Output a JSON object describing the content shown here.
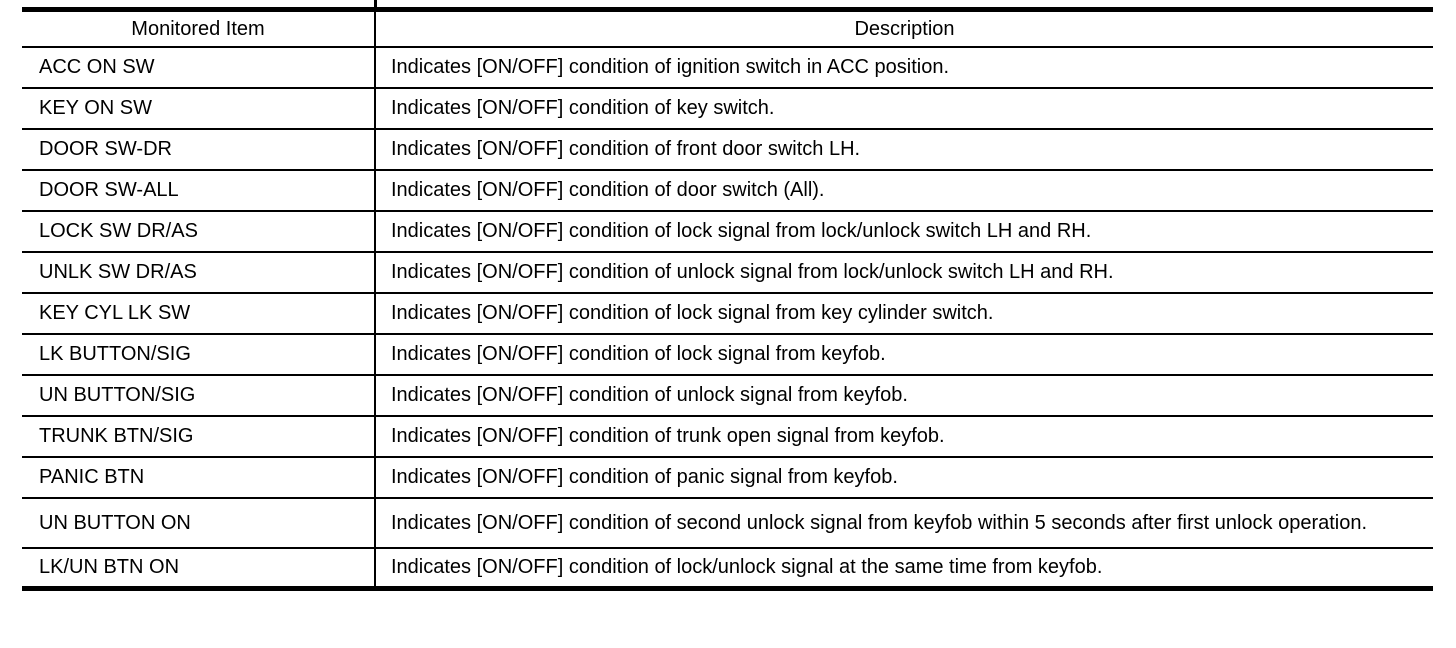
{
  "table": {
    "headers": [
      "Monitored Item",
      "Description"
    ],
    "rows": [
      {
        "item": "ACC ON SW",
        "description": "Indicates [ON/OFF] condition of ignition switch in ACC position."
      },
      {
        "item": "KEY ON SW",
        "description": "Indicates [ON/OFF] condition of key switch."
      },
      {
        "item": "DOOR SW-DR",
        "description": "Indicates [ON/OFF] condition of front door switch LH."
      },
      {
        "item": "DOOR SW-ALL",
        "description": "Indicates [ON/OFF] condition of door switch (All)."
      },
      {
        "item": "LOCK SW DR/AS",
        "description": "Indicates [ON/OFF] condition of lock signal from lock/unlock switch LH and RH."
      },
      {
        "item": "UNLK SW DR/AS",
        "description": "Indicates [ON/OFF] condition of unlock signal from lock/unlock switch LH and RH."
      },
      {
        "item": "KEY CYL LK SW",
        "description": "Indicates [ON/OFF] condition of lock signal from key cylinder switch."
      },
      {
        "item": "LK BUTTON/SIG",
        "description": "Indicates [ON/OFF] condition of lock signal from keyfob."
      },
      {
        "item": "UN BUTTON/SIG",
        "description": "Indicates [ON/OFF] condition of unlock signal from keyfob."
      },
      {
        "item": "TRUNK BTN/SIG",
        "description": "Indicates [ON/OFF] condition of trunk open signal from keyfob."
      },
      {
        "item": "PANIC BTN",
        "description": "Indicates [ON/OFF] condition of panic signal from keyfob."
      },
      {
        "item": "UN BUTTON ON",
        "description": "Indicates [ON/OFF] condition of second unlock signal from keyfob within 5 seconds after first unlock operation."
      },
      {
        "item": "LK/UN BTN ON",
        "description": "Indicates [ON/OFF] condition of lock/unlock signal at the same time from keyfob."
      }
    ]
  },
  "colors": {
    "border": "#000000",
    "text": "#000000",
    "background": "#ffffff"
  }
}
